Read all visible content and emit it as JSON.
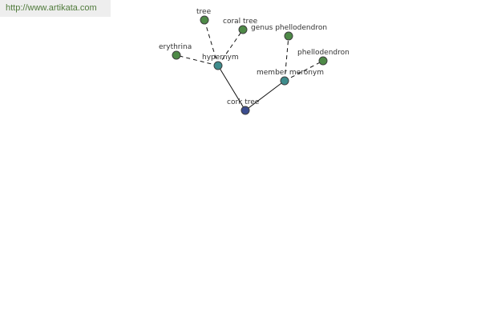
{
  "banner": {
    "url": "http://www.artikata.com"
  },
  "colors": {
    "leaf_node": "#4e8a47",
    "relation_node": "#3e8c8c",
    "root_node": "#3b4d8f"
  },
  "graph": {
    "nodes": [
      {
        "id": "cork-tree",
        "label": "cork tree",
        "kind": "root"
      },
      {
        "id": "hypernym",
        "label": "hypernym",
        "kind": "relation"
      },
      {
        "id": "member-meronym",
        "label": "member meronym",
        "kind": "relation"
      },
      {
        "id": "tree",
        "label": "tree",
        "kind": "leaf"
      },
      {
        "id": "coral-tree",
        "label": "coral tree",
        "kind": "leaf"
      },
      {
        "id": "erythrina",
        "label": "erythrina",
        "kind": "leaf"
      },
      {
        "id": "genus-phellodendron",
        "label": "genus phellodendron",
        "kind": "leaf"
      },
      {
        "id": "phellodendron",
        "label": "phellodendron",
        "kind": "leaf"
      }
    ],
    "edges": [
      {
        "from": "cork-tree",
        "to": "hypernym",
        "style": "solid"
      },
      {
        "from": "cork-tree",
        "to": "member-meronym",
        "style": "solid"
      },
      {
        "from": "hypernym",
        "to": "tree",
        "style": "dashed"
      },
      {
        "from": "hypernym",
        "to": "coral-tree",
        "style": "dashed"
      },
      {
        "from": "hypernym",
        "to": "erythrina",
        "style": "dashed"
      },
      {
        "from": "member-meronym",
        "to": "genus-phellodendron",
        "style": "dashed"
      },
      {
        "from": "member-meronym",
        "to": "phellodendron",
        "style": "dashed"
      }
    ]
  }
}
